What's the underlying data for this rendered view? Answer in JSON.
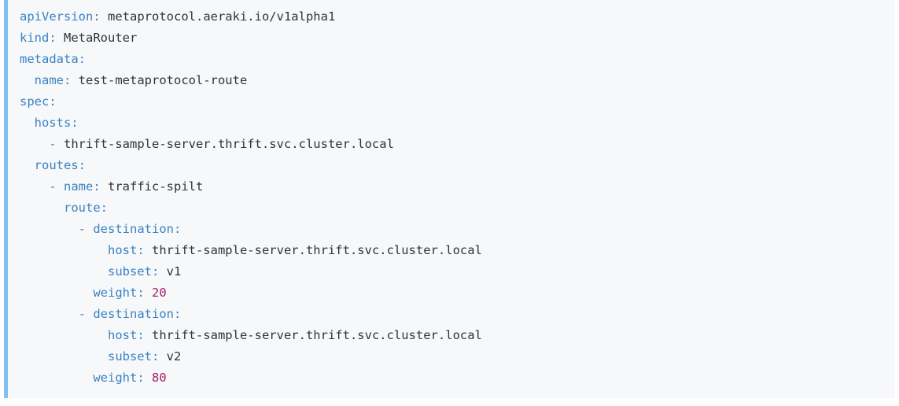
{
  "document": {
    "type": "yaml-code-block",
    "language": "yaml",
    "accent_color": "#7fc1ef",
    "background_color": "#f6f8fa",
    "key_color": "#3b82c4",
    "value_color": "#333333",
    "number_color": "#a0216b",
    "dash_color": "#6b7d8f"
  },
  "yaml": {
    "apiVersion": "metaprotocol.aeraki.io/v1alpha1",
    "kind": "MetaRouter",
    "metadata": {
      "name": "test-metaprotocol-route"
    },
    "spec": {
      "hosts": [
        "thrift-sample-server.thrift.svc.cluster.local"
      ],
      "routes": [
        {
          "name": "traffic-spilt",
          "route": [
            {
              "destination": {
                "host": "thrift-sample-server.thrift.svc.cluster.local",
                "subset": "v1"
              },
              "weight": 20
            },
            {
              "destination": {
                "host": "thrift-sample-server.thrift.svc.cluster.local",
                "subset": "v2"
              },
              "weight": 80
            }
          ]
        }
      ]
    }
  },
  "lines": [
    {
      "id": "line-apiversion",
      "indent": "",
      "dash": "",
      "key": "apiVersion",
      "colon": ":",
      "value": " metaprotocol.aeraki.io/v1alpha1",
      "value_type": "string"
    },
    {
      "id": "line-kind",
      "indent": "",
      "dash": "",
      "key": "kind",
      "colon": ":",
      "value": " MetaRouter",
      "value_type": "string"
    },
    {
      "id": "line-metadata",
      "indent": "",
      "dash": "",
      "key": "metadata",
      "colon": ":",
      "value": "",
      "value_type": "none"
    },
    {
      "id": "line-metadata-name",
      "indent": "  ",
      "dash": "",
      "key": "name",
      "colon": ":",
      "value": " test-metaprotocol-route",
      "value_type": "string"
    },
    {
      "id": "line-spec",
      "indent": "",
      "dash": "",
      "key": "spec",
      "colon": ":",
      "value": "",
      "value_type": "none"
    },
    {
      "id": "line-hosts",
      "indent": "  ",
      "dash": "",
      "key": "hosts",
      "colon": ":",
      "value": "",
      "value_type": "none"
    },
    {
      "id": "line-hosts-item",
      "indent": "    ",
      "dash": "- ",
      "key": "",
      "colon": "",
      "value": "thrift-sample-server.thrift.svc.cluster.local",
      "value_type": "string"
    },
    {
      "id": "line-routes",
      "indent": "  ",
      "dash": "",
      "key": "routes",
      "colon": ":",
      "value": "",
      "value_type": "none"
    },
    {
      "id": "line-route-name",
      "indent": "    ",
      "dash": "- ",
      "key": "name",
      "colon": ":",
      "value": " traffic-spilt",
      "value_type": "string"
    },
    {
      "id": "line-route",
      "indent": "      ",
      "dash": "",
      "key": "route",
      "colon": ":",
      "value": "",
      "value_type": "none"
    },
    {
      "id": "line-destination-1",
      "indent": "        ",
      "dash": "- ",
      "key": "destination",
      "colon": ":",
      "value": "",
      "value_type": "none"
    },
    {
      "id": "line-host-1",
      "indent": "            ",
      "dash": "",
      "key": "host",
      "colon": ":",
      "value": " thrift-sample-server.thrift.svc.cluster.local",
      "value_type": "string"
    },
    {
      "id": "line-subset-1",
      "indent": "            ",
      "dash": "",
      "key": "subset",
      "colon": ":",
      "value": " v1",
      "value_type": "string"
    },
    {
      "id": "line-weight-1",
      "indent": "          ",
      "dash": "",
      "key": "weight",
      "colon": ":",
      "value": " 20",
      "value_type": "number"
    },
    {
      "id": "line-destination-2",
      "indent": "        ",
      "dash": "- ",
      "key": "destination",
      "colon": ":",
      "value": "",
      "value_type": "none"
    },
    {
      "id": "line-host-2",
      "indent": "            ",
      "dash": "",
      "key": "host",
      "colon": ":",
      "value": " thrift-sample-server.thrift.svc.cluster.local",
      "value_type": "string"
    },
    {
      "id": "line-subset-2",
      "indent": "            ",
      "dash": "",
      "key": "subset",
      "colon": ":",
      "value": " v2",
      "value_type": "string"
    },
    {
      "id": "line-weight-2",
      "indent": "          ",
      "dash": "",
      "key": "weight",
      "colon": ":",
      "value": " 80",
      "value_type": "number"
    }
  ]
}
